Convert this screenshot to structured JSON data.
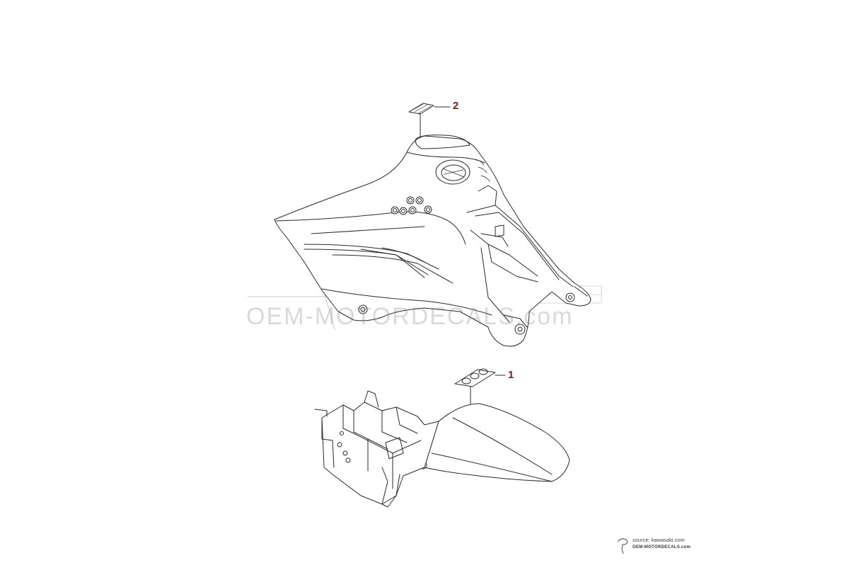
{
  "diagram": {
    "callouts": [
      {
        "id": "2",
        "label": "2"
      },
      {
        "id": "1",
        "label": "1"
      }
    ],
    "colors": {
      "line": "#2a2a2a",
      "callout": "#7a1a1a",
      "watermark": "#9a9a9a"
    }
  },
  "watermark": {
    "text": "OEM-MOTORDECALS.com",
    "icon": "bird-logo-icon"
  },
  "credit": {
    "source": "source: kawasaki.com",
    "site": "OEM-MOTORDECALS.com"
  }
}
